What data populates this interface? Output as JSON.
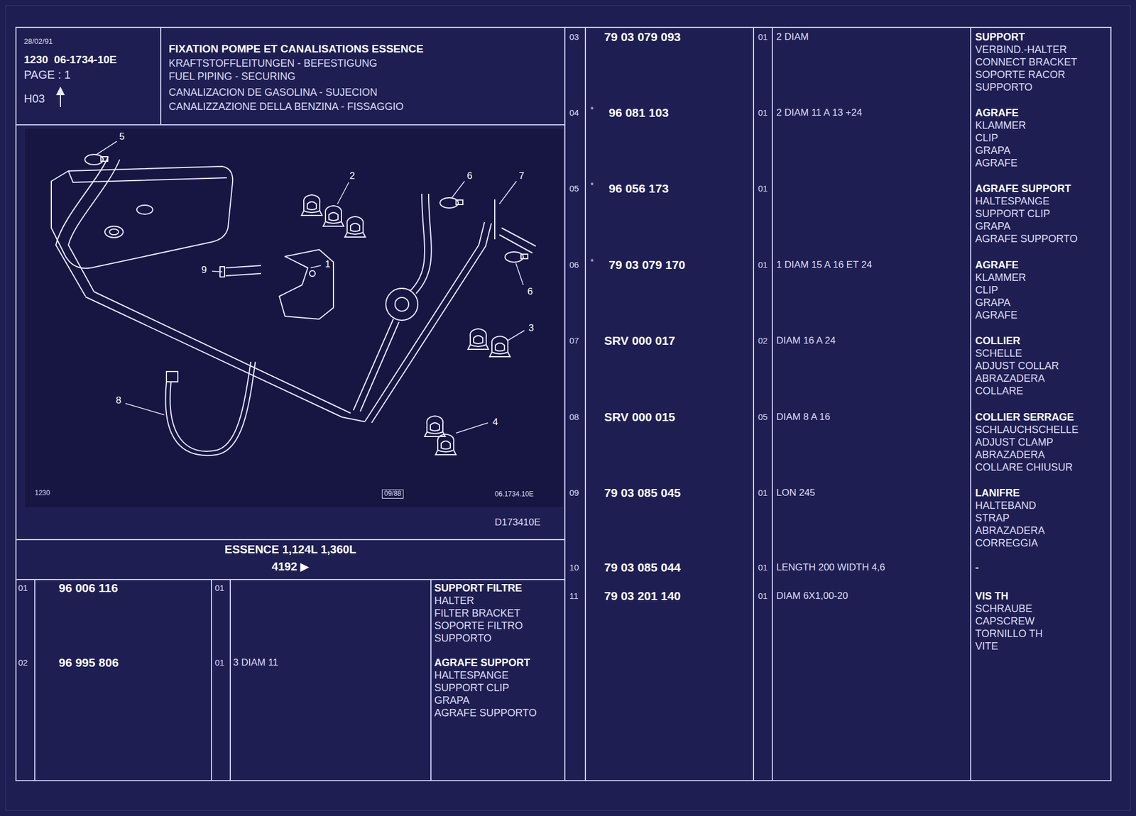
{
  "diagram": {
    "title": "FIXATION POMPE ET CANALISATIONS ESSENCE",
    "nodes": [
      {
        "text": [
          "28/02/91",
          "1230  06-1734-10E",
          "PAGE : 1",
          "H03"
        ]
      },
      {
        "text": [
          "FIXATION POMPE ET CANALISATIONS ESSENCE",
          "KRAFTSTOFFLEITUNGEN - BEFESTIGUNG",
          "FUEL PIPING - SECURING",
          "CANALIZACION DE GASOLINA - SUJECION",
          "CANALIZZAZIONE DELLA BENZINA - FISSAGGIO"
        ]
      },
      {
        "text": [
          "1230",
          "09/88",
          "06.1734.10E",
          "D173410E"
        ]
      },
      {
        "text": [
          "ESSENCE 1,124L 1,360L",
          "4192 ▶"
        ]
      }
    ],
    "labels": [
      "5",
      "2",
      "6",
      "7",
      "1",
      "9",
      "6",
      "3",
      "8",
      "4",
      "01",
      "96 006 116",
      "01",
      "SUPPORT FILTRE",
      "HALTER",
      "FILTER BRACKET",
      "SOPORTE FILTRO",
      "SUPPORTO",
      "02",
      "96 995 806",
      "01",
      "3 DIAM 11",
      "AGRAFE SUPPORT",
      "HALTESPANGE",
      "SUPPORT CLIP",
      "GRAPA",
      "AGRAFE SUPPORTO",
      "03",
      "79 03 079 093",
      "01",
      "2 DIAM",
      "SUPPORT",
      "VERBIND.-HALTER",
      "CONNECT BRACKET",
      "SOPORTE RACOR",
      "SUPPORTO",
      "04",
      "*",
      "96 081 103",
      "01",
      "2 DIAM 11 A 13 +24",
      "AGRAFE",
      "KLAMMER",
      "CLIP",
      "GRAPA",
      "AGRAFE",
      "05",
      "*",
      "96 056 173",
      "01",
      "AGRAFE SUPPORT",
      "HALTESPANGE",
      "SUPPORT CLIP",
      "GRAPA",
      "AGRAFE SUPPORTO",
      "06",
      "*",
      "79 03 079 170",
      "01",
      "1 DIAM 15 A 16 ET 24",
      "AGRAFE",
      "KLAMMER",
      "CLIP",
      "GRAPA",
      "AGRAFE",
      "07",
      "SRV 000 017",
      "02",
      "DIAM 16 A 24",
      "COLLIER",
      "SCHELLE",
      "ADJUST COLLAR",
      "ABRAZADERA",
      "COLLARE",
      "08",
      "SRV 000 015",
      "05",
      "DIAM 8 A 16",
      "COLLIER SERRAGE",
      "SCHLAUCHSCHELLE",
      "ADJUST CLAMP",
      "ABRAZADERA",
      "COLLARE CHIUSUR",
      "09",
      "79 03 085 045",
      "01",
      "LON 245",
      "LANIFRE",
      "HALTEBAND",
      "STRAP",
      "ABRAZADERA",
      "CORREGGIA",
      "10",
      "79 03 085 044",
      "01",
      "LENGTH 200 WIDTH 4,6",
      "-",
      "11",
      "79 03 201 140",
      "01",
      "DIAM 6X1,00-20",
      "VIS TH",
      "SCHRAUBE",
      "CAPSCREW",
      "TORNILLO TH",
      "VITE"
    ]
  }
}
